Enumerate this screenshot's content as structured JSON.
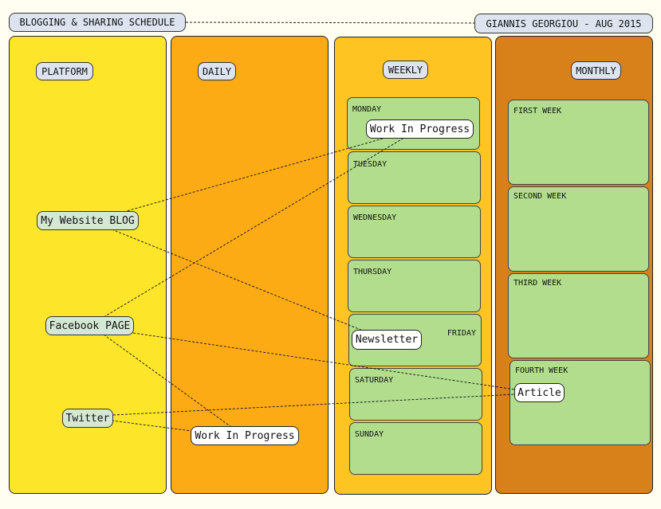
{
  "header": {
    "title": "BLOGGING & SHARING SCHEDULE",
    "author": "GIANNIS GEORGIOU - AUG 2015"
  },
  "columns": {
    "platform": {
      "label": "PLATFORM",
      "color": "#fde62a"
    },
    "daily": {
      "label": "DAILY",
      "color": "#fdab15"
    },
    "weekly": {
      "label": "WEEKLY",
      "color": "#fec422"
    },
    "monthly": {
      "label": "MONTHLY",
      "color": "#d8801a"
    }
  },
  "platforms": {
    "blog": "My Website BLOG",
    "facebook": "Facebook PAGE",
    "twitter": "Twitter"
  },
  "weekly_days": {
    "monday": "MONDAY",
    "tuesday": "TUESDAY",
    "wednesday": "WEDNESDAY",
    "thursday": "THURSDAY",
    "friday": "FRIDAY",
    "saturday": "SATURDAY",
    "sunday": "SUNDAY"
  },
  "monthly_weeks": {
    "first": "FIRST WEEK",
    "second": "SECOND WEEK",
    "third": "THIRD WEEK",
    "fourth": "FOURTH WEEK"
  },
  "notes": {
    "monday_wip": "Work In Progress",
    "newsletter": "Newsletter",
    "article": "Article",
    "daily_wip": "Work In Progress"
  },
  "colors": {
    "card": "#b1dd8c",
    "node": "#d5e8d4",
    "pill": "#dde4f0"
  }
}
